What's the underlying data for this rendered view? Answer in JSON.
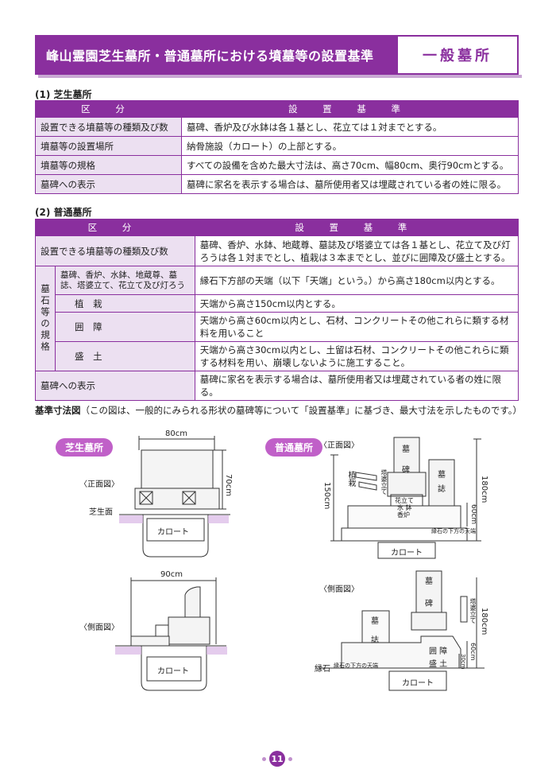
{
  "header": {
    "title": "峰山霊園芝生墓所・普通墓所における墳墓等の設置基準",
    "tag": "一般墓所"
  },
  "section1": {
    "heading": "(1) 芝生墓所",
    "col_left": "区 分",
    "col_right": "設 置 基 準",
    "rows": [
      {
        "k": "設置できる墳墓等の種類及び数",
        "v": "墓碑、香炉及び水鉢は各１基とし、花立ては１対までとする。"
      },
      {
        "k": "墳墓等の設置場所",
        "v": "納骨施設（カロート）の上部とする。"
      },
      {
        "k": "墳墓等の規格",
        "v": "すべての設備を含めた最大寸法は、高さ70cm、幅80cm、奥行90cmとする。"
      },
      {
        "k": "墓碑への表示",
        "v": "墓碑に家名を表示する場合は、墓所使用者又は埋蔵されている者の姓に限る。"
      }
    ]
  },
  "section2": {
    "heading": "(2) 普通墓所",
    "col_left": "区 分",
    "col_right": "設 置 基 準",
    "row_kinds": {
      "k": "設置できる墳墓等の種類及び数",
      "v": "墓碑、香炉、水鉢、地蔵尊、墓誌及び塔婆立ては各１基とし、花立て及び灯ろうは各１対までとし、植栽は３本までとし、並びに囲障及び盛土とする。"
    },
    "group_label": "墓石等の規格",
    "group_rows": [
      {
        "k": "墓碑、香炉、水鉢、地蔵尊、墓誌、塔婆立て、花立て及び灯ろう",
        "v": "縁石下方部の天端（以下「天端」という。）から高さ180cm以内とする。"
      },
      {
        "k": "植 栽",
        "v": "天端から高さ150cm以内とする。"
      },
      {
        "k": "囲 障",
        "v": "天端から高さ60cm以内とし、石材、コンクリートその他これらに類する材料を用いること"
      },
      {
        "k": "盛 土",
        "v": "天端から高さ30cm以内とし、土留は石材、コンクリートその他これらに類する材料を用い、崩壊しないように施工すること。"
      }
    ],
    "row_display": {
      "k": "墓碑への表示",
      "v": "墓碑に家名を表示する場合は、墓所使用者又は埋蔵されている者の姓に限る。"
    }
  },
  "figure": {
    "caption_bold": "基準寸法図",
    "caption_rest": "（この図は、一般的にみられる形状の墓碑等について「設置基準」に基づき、最大寸法を示したものです。）",
    "shiba": {
      "badge": "芝生墓所",
      "front": "〈正面図〉",
      "side": "〈側面図〉",
      "w80": "80cm",
      "h70": "70cm",
      "w90": "90cm",
      "ground": "芝生面",
      "karoto": "カロート"
    },
    "futsu": {
      "badge": "普通墓所",
      "front": "〈正面図〉",
      "side": "〈側面図〉",
      "bohi": "墓",
      "bohi2": "碑",
      "boshi": "墓",
      "boshi2": "誌",
      "shokusai": "植栽",
      "toba": "塔婆立て",
      "hanatate": "花立て",
      "mizubachi": "水 鉢",
      "koro": "香炉",
      "h150": "150cm",
      "h180": "180cm",
      "h60": "60cm",
      "h30": "30cm",
      "tenba": "縁石の下方の天端",
      "fuchiishi": "縁石",
      "ishou": "囲 障",
      "morido": "盛 土",
      "karoto": "カロート"
    }
  },
  "page_number": "11"
}
